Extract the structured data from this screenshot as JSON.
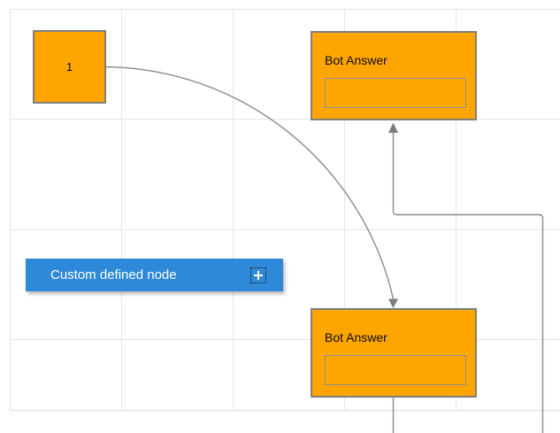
{
  "canvas": {
    "background": "#ffffff",
    "grid_color": "#e5e5e5",
    "connector_color": "#8a8a8a",
    "arrowhead_color": "#7d7d7d"
  },
  "nodes": {
    "number_node": {
      "label": "1",
      "fill": "#ffa500",
      "border_color": "#7f7f7f"
    },
    "bot_answer_top": {
      "title": "Bot Answer",
      "input_value": "",
      "fill": "#ffa500",
      "border_color": "#7f7f7f"
    },
    "bot_answer_bottom": {
      "title": "Bot Answer",
      "input_value": "",
      "fill": "#ffa500",
      "border_color": "#7f7f7f"
    },
    "custom_node": {
      "label": "Custom defined node",
      "fill": "#2e89d8",
      "text_color": "#ffffff",
      "icon": "plus-icon"
    }
  }
}
